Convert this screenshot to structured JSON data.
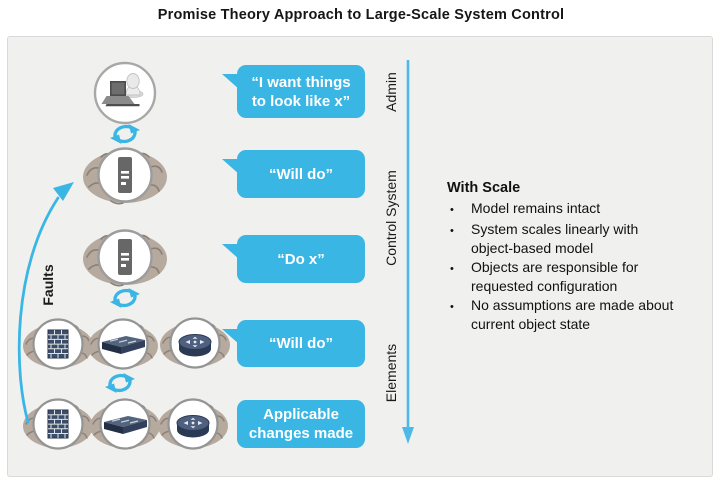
{
  "title": "Promise Theory Approach to Large-Scale System Control",
  "colors": {
    "accent_blue": "#3ab6e5",
    "axis_blue": "#4db9e8",
    "panel_bg": "#f0f0ef",
    "brain": "#b6aa9f",
    "device_navy": "#3c4d6a"
  },
  "icons": {
    "admin": "admin-user-laptop-icon",
    "control_system": "server-with-brain-icon",
    "element_firewall": "firewall-with-brain-icon",
    "element_switch": "switch-with-brain-icon",
    "element_router": "router-with-brain-icon",
    "sync": "sync-arrows-icon",
    "flow_axis": "down-arrow-axis",
    "faults_arrow": "curved-up-arrow"
  },
  "bubbles": [
    {
      "text": "“I want things\nto look like x”",
      "tail": true
    },
    {
      "text": "“Will do”",
      "tail": true
    },
    {
      "text": "“Do x”",
      "tail": true
    },
    {
      "text": "“Will do”",
      "tail": true
    },
    {
      "text": "Applicable\nchanges made",
      "tail": false
    }
  ],
  "axis": {
    "labels": [
      "Admin",
      "Control System",
      "Elements"
    ]
  },
  "faults": {
    "label": "Faults"
  },
  "with_scale": {
    "title": "With Scale",
    "bullet_char": "•",
    "bullets": [
      "Model remains intact",
      "System scales linearly with\nobject-based model",
      "Objects are responsible for\nrequested configuration",
      "No assumptions are made about\ncurrent object state"
    ]
  }
}
